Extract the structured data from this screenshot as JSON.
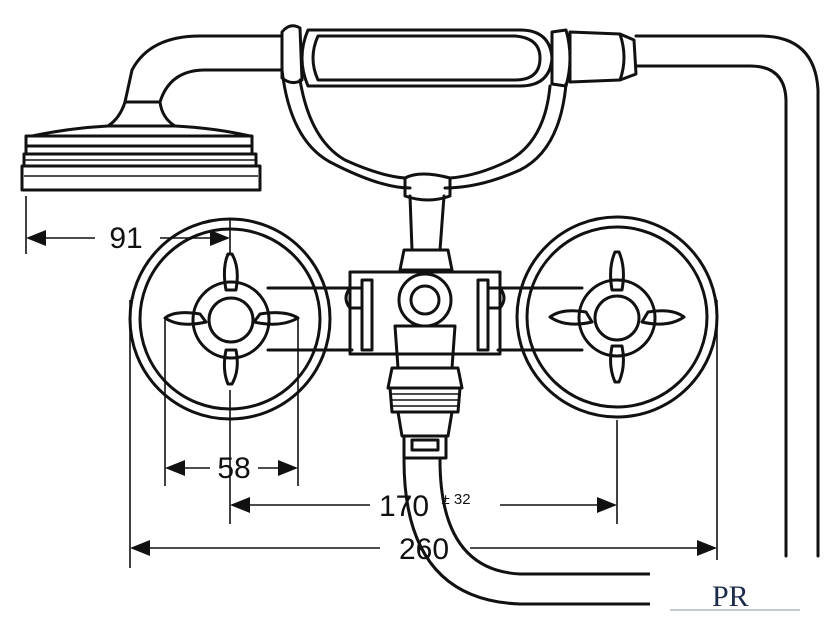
{
  "dimensions": {
    "shower_reach": "91",
    "handle_width": "58",
    "centers": "170",
    "centers_tolerance": "± 32",
    "overall_width": "260"
  },
  "logo": {
    "text": "PR",
    "color": "#1c2b4a"
  },
  "colors": {
    "line": "#111111",
    "background": "#ffffff"
  }
}
